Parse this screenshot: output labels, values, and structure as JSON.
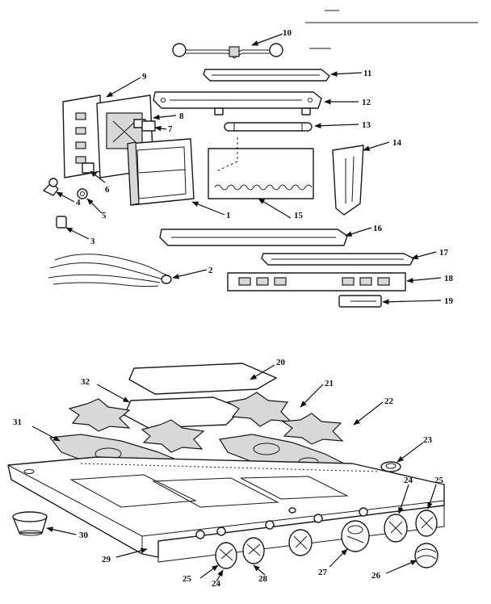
{
  "diagram": {
    "callouts": [
      {
        "id": "10",
        "text": "10"
      },
      {
        "id": "11",
        "text": "11"
      },
      {
        "id": "12",
        "text": "12"
      },
      {
        "id": "13",
        "text": "13"
      },
      {
        "id": "14",
        "text": "14"
      },
      {
        "id": "15",
        "text": "15"
      },
      {
        "id": "16",
        "text": "16"
      },
      {
        "id": "17",
        "text": "17"
      },
      {
        "id": "18",
        "text": "18"
      },
      {
        "id": "19",
        "text": "19"
      },
      {
        "id": "9",
        "text": "9"
      },
      {
        "id": "8",
        "text": "8"
      },
      {
        "id": "7",
        "text": "7"
      },
      {
        "id": "6",
        "text": "6"
      },
      {
        "id": "5",
        "text": "5"
      },
      {
        "id": "4",
        "text": "4"
      },
      {
        "id": "3",
        "text": "3"
      },
      {
        "id": "2",
        "text": "2"
      },
      {
        "id": "1",
        "text": "1"
      },
      {
        "id": "20",
        "text": "20"
      },
      {
        "id": "21",
        "text": "21"
      },
      {
        "id": "22",
        "text": "22"
      },
      {
        "id": "23",
        "text": "23"
      },
      {
        "id": "24a",
        "text": "24"
      },
      {
        "id": "25a",
        "text": "25"
      },
      {
        "id": "26",
        "text": "26"
      },
      {
        "id": "27",
        "text": "27"
      },
      {
        "id": "28",
        "text": "28"
      },
      {
        "id": "24b",
        "text": "24"
      },
      {
        "id": "25b",
        "text": "25"
      },
      {
        "id": "29",
        "text": "29"
      },
      {
        "id": "30",
        "text": "30"
      },
      {
        "id": "31",
        "text": "31"
      },
      {
        "id": "32",
        "text": "32"
      }
    ]
  }
}
